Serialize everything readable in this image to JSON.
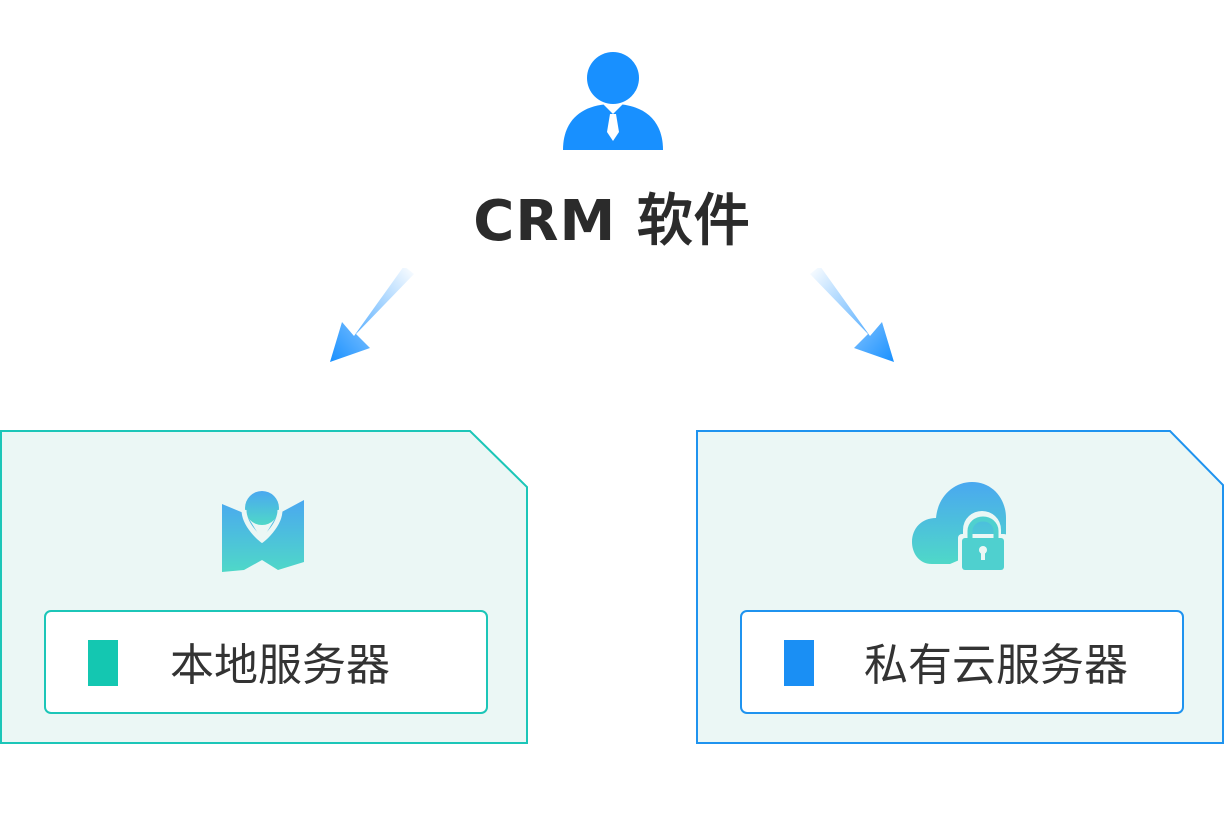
{
  "root": {
    "title": "CRM 软件",
    "icon": "person-with-tie-icon"
  },
  "branches": [
    {
      "label": "本地服务器",
      "icon": "map-pin-icon",
      "border_color": "#1cc6b8",
      "bar_color": "#14c7b1",
      "fill_color": "#ebf7f5"
    },
    {
      "label": "私有云服务器",
      "icon": "cloud-lock-icon",
      "border_color": "#1f93ef",
      "bar_color": "#1a8ff4",
      "fill_color": "#ebf7f5"
    }
  ],
  "colors": {
    "accent_blue": "#1890ff",
    "title_text": "#2b2b2b"
  }
}
